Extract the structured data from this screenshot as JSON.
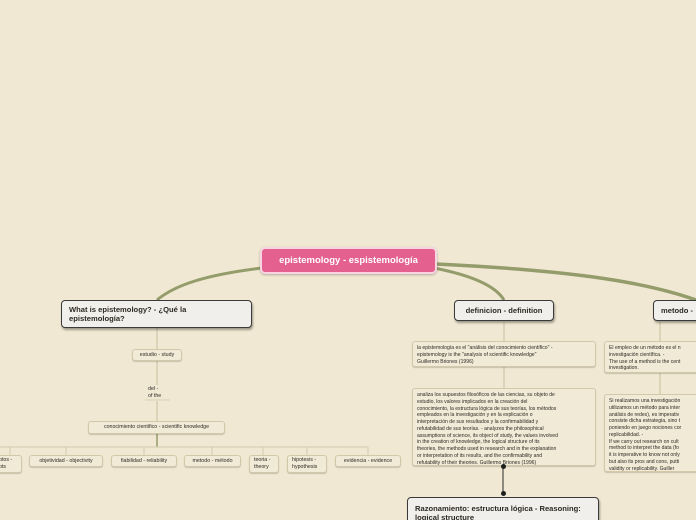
{
  "central": {
    "title": "epistemology - espistemología"
  },
  "branches": {
    "what": {
      "title": "What is epistemology? - ¿Qué la epistemología?"
    },
    "definition": {
      "title": "definicion - definition"
    },
    "method": {
      "title": "metodo - "
    }
  },
  "what_children": {
    "study": "estudio - study",
    "of_the": "del -\nof the",
    "knowledge": "conocimiento cientifico - scientific knowledge",
    "concepts": "ptos -\npts",
    "objectivity": "objetividad - objectivity",
    "reliability": "fiabilidad - reliability",
    "method": "metodo - método",
    "theory": "teoria -\ntheory",
    "hypothesis": "hipotesis -\nhypothesis",
    "evidence": "evidencia - evidence"
  },
  "definition_children": {
    "para1": "la epistemología es el \"análisis del conocimiento científico\" -\nepistemology is the \"analysis of scientific knowledge\"\nGuillermo Briones (1996)",
    "para2": "analiza los supuestos filosóficos de las ciencias, su objeto de\nestudio, los valores implicados en la creación del\nconocimiento, la estructura lógica de sus teorías, los métodos\nempleados en la investigación y en la explicación o\ninterpretación de sus resultados y la confirmabilidad y\nrefutabilidad de sus teorías. - analyzes the philosophical\nassumptions of science, its object of study, the values involved\nin the creation of knowledge, the logical structure of its\ntheories, the methods used in research and in the explanation\nor interpretation of its results, and the confirmability and\nrefutability of their theories. Guillermo Briones (1996)",
    "reasoning": "Razonamiento: estructura lógica - Reasoning: logical structure"
  },
  "method_children": {
    "para1": "El empleo de un método es el n\ninvestigación científica. -\nThe use of a method is the cent\ninvestigation.",
    "para2": "Si realizamos una investigación\nutilizamos un método para inter\nanálisis de redes), es imperativ\nconsiste dicha estrategia, sino t\nponiendo en juego nociones cor\nreplicabilidad. -\nIf we carry out research on cult\nmethod to interpret the data (fo\nit is imperative to know not only\nbut also its pros and cons, putti\nvalidity or replicability. Guiller"
  },
  "colors": {
    "background": "#f0e8d2",
    "central_fill": "#e3608f",
    "connector": "#939c6a",
    "sub_fill": "#f1ead7"
  }
}
